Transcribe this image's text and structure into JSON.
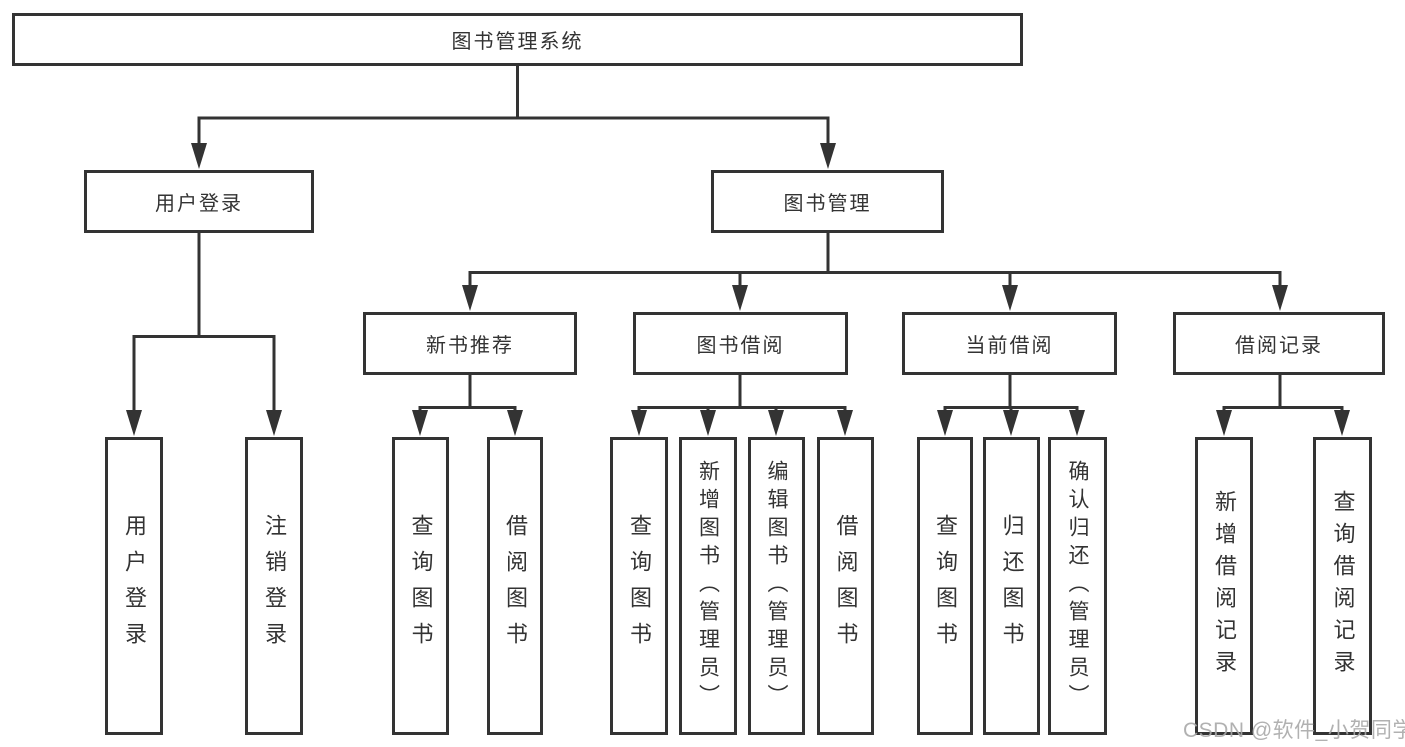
{
  "diagram": {
    "root": {
      "label": "图书管理系统"
    },
    "level2": {
      "user_login": {
        "label": "用户登录"
      },
      "book_management": {
        "label": "图书管理"
      }
    },
    "level3": {
      "new_books": {
        "label": "新书推荐"
      },
      "book_borrow": {
        "label": "图书借阅"
      },
      "current_borrow": {
        "label": "当前借阅"
      },
      "borrow_records": {
        "label": "借阅记录"
      }
    },
    "leaves": {
      "user_login": [
        "用户登录",
        "注销登录"
      ],
      "new_books": [
        "查询图书",
        "借阅图书"
      ],
      "book_borrow": [
        "查询图书",
        "新增图书（管理员）",
        "编辑图书（管理员）",
        "借阅图书"
      ],
      "current_borrow": [
        "查询图书",
        "归还图书",
        "确认归还（管理员）"
      ],
      "borrow_records": [
        "新增借阅记录",
        "查询借阅记录"
      ]
    }
  },
  "watermark": {
    "text": "CSDN @软件_小贺同学"
  },
  "colors": {
    "line": "#333333",
    "background": "#ffffff",
    "watermark": "#a9a9a9"
  }
}
